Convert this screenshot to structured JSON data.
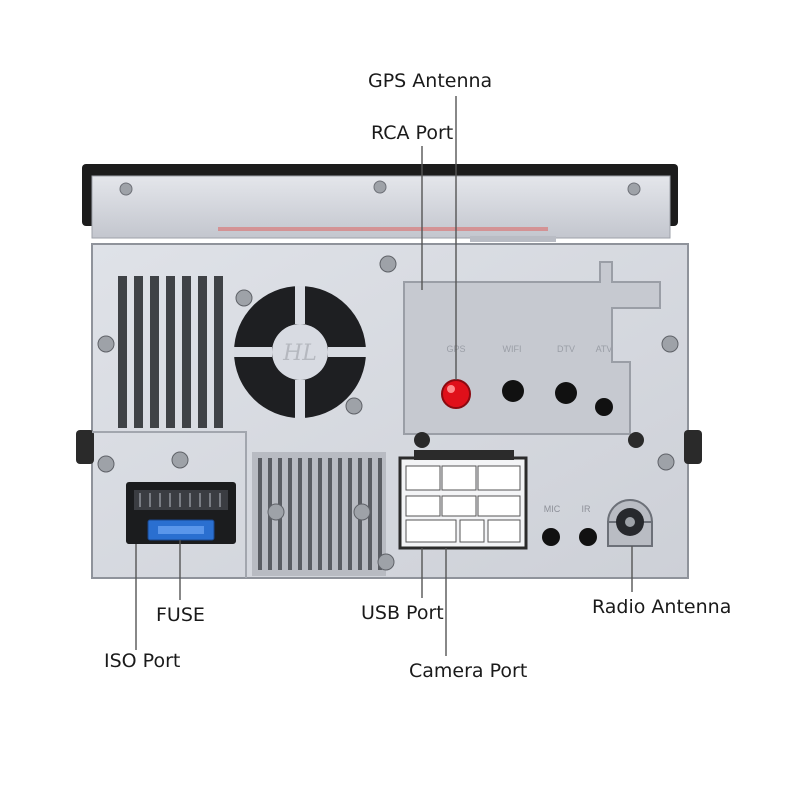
{
  "diagram": {
    "callouts": {
      "gps_antenna": "GPS Antenna",
      "rca_port": "RCA Port",
      "fuse": "FUSE",
      "iso_port": "ISO Port",
      "usb_port": "USB Port",
      "camera_port": "Camera Port",
      "radio_antenna": "Radio Antenna"
    },
    "panel_marks": {
      "gps": "GPS",
      "wifi": "WIFI",
      "dtv": "DTV",
      "atv": "ATV",
      "mic": "MIC",
      "ir": "IR",
      "fan_logo": "HL"
    },
    "colors": {
      "chassis": "#c9cbd2",
      "panel_face": "#d8dbe2",
      "top_bezel": "#1c1c1c",
      "gps_connector": "#e0101a",
      "fuse": "#2a6fd0",
      "leader_line": "#555555"
    }
  }
}
